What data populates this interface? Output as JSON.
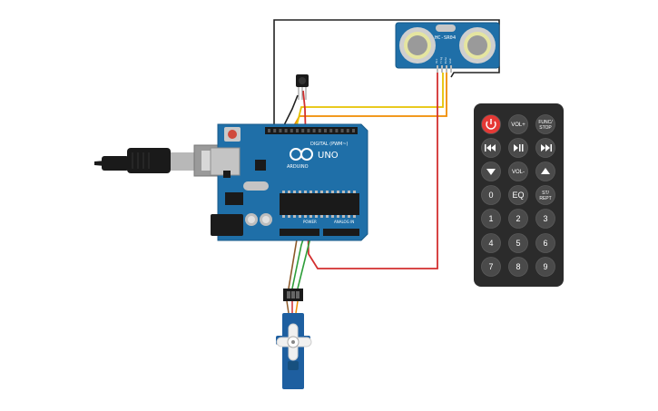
{
  "arduino": {
    "brand": "ARDUINO",
    "model": "UNO",
    "digital_label": "DIGITAL (PWM~)",
    "power_label": "POWER",
    "analog_label": "ANALOG IN"
  },
  "ultrasonic_sensor": {
    "label": "HC-SR04",
    "pins": [
      "Vcc",
      "Trig",
      "Echo",
      "Gnd"
    ]
  },
  "remote": {
    "buttons": [
      {
        "id": "power",
        "label": "",
        "icon": "power-icon",
        "color": "#e53935"
      },
      {
        "id": "vol-plus",
        "label": "VOL+",
        "icon": "",
        "color": "#4a4a4a"
      },
      {
        "id": "func-stop",
        "label": "FUNC/ STOP",
        "icon": "",
        "color": "#4a4a4a"
      },
      {
        "id": "prev",
        "label": "",
        "icon": "skip-back-icon",
        "color": "#4a4a4a"
      },
      {
        "id": "play-pause",
        "label": "",
        "icon": "play-pause-icon",
        "color": "#4a4a4a"
      },
      {
        "id": "next",
        "label": "",
        "icon": "skip-forward-icon",
        "color": "#4a4a4a"
      },
      {
        "id": "down",
        "label": "",
        "icon": "arrow-down-icon",
        "color": "#4a4a4a"
      },
      {
        "id": "vol-minus",
        "label": "VOL-",
        "icon": "",
        "color": "#4a4a4a"
      },
      {
        "id": "up",
        "label": "",
        "icon": "arrow-up-icon",
        "color": "#4a4a4a"
      },
      {
        "id": "0",
        "label": "0",
        "icon": "",
        "color": "#4a4a4a"
      },
      {
        "id": "eq",
        "label": "EQ",
        "icon": "",
        "color": "#4a4a4a"
      },
      {
        "id": "st-rept",
        "label": "ST/ REPT",
        "icon": "",
        "color": "#4a4a4a"
      },
      {
        "id": "1",
        "label": "1",
        "icon": "",
        "color": "#4a4a4a"
      },
      {
        "id": "2",
        "label": "2",
        "icon": "",
        "color": "#4a4a4a"
      },
      {
        "id": "3",
        "label": "3",
        "icon": "",
        "color": "#4a4a4a"
      },
      {
        "id": "4",
        "label": "4",
        "icon": "",
        "color": "#4a4a4a"
      },
      {
        "id": "5",
        "label": "5",
        "icon": "",
        "color": "#4a4a4a"
      },
      {
        "id": "6",
        "label": "6",
        "icon": "",
        "color": "#4a4a4a"
      },
      {
        "id": "7",
        "label": "7",
        "icon": "",
        "color": "#4a4a4a"
      },
      {
        "id": "8",
        "label": "8",
        "icon": "",
        "color": "#4a4a4a"
      },
      {
        "id": "9",
        "label": "9",
        "icon": "",
        "color": "#4a4a4a"
      }
    ]
  },
  "colors": {
    "board": "#1f6fa8",
    "sensor": "#1f6fa8",
    "remote_body": "#2b2b2b",
    "wire_black": "#222222",
    "wire_red": "#d32f2f",
    "wire_orange": "#f08c00",
    "wire_yellow": "#e6c200",
    "wire_green": "#2e9e3a",
    "servo_body": "#1e5fa0"
  }
}
